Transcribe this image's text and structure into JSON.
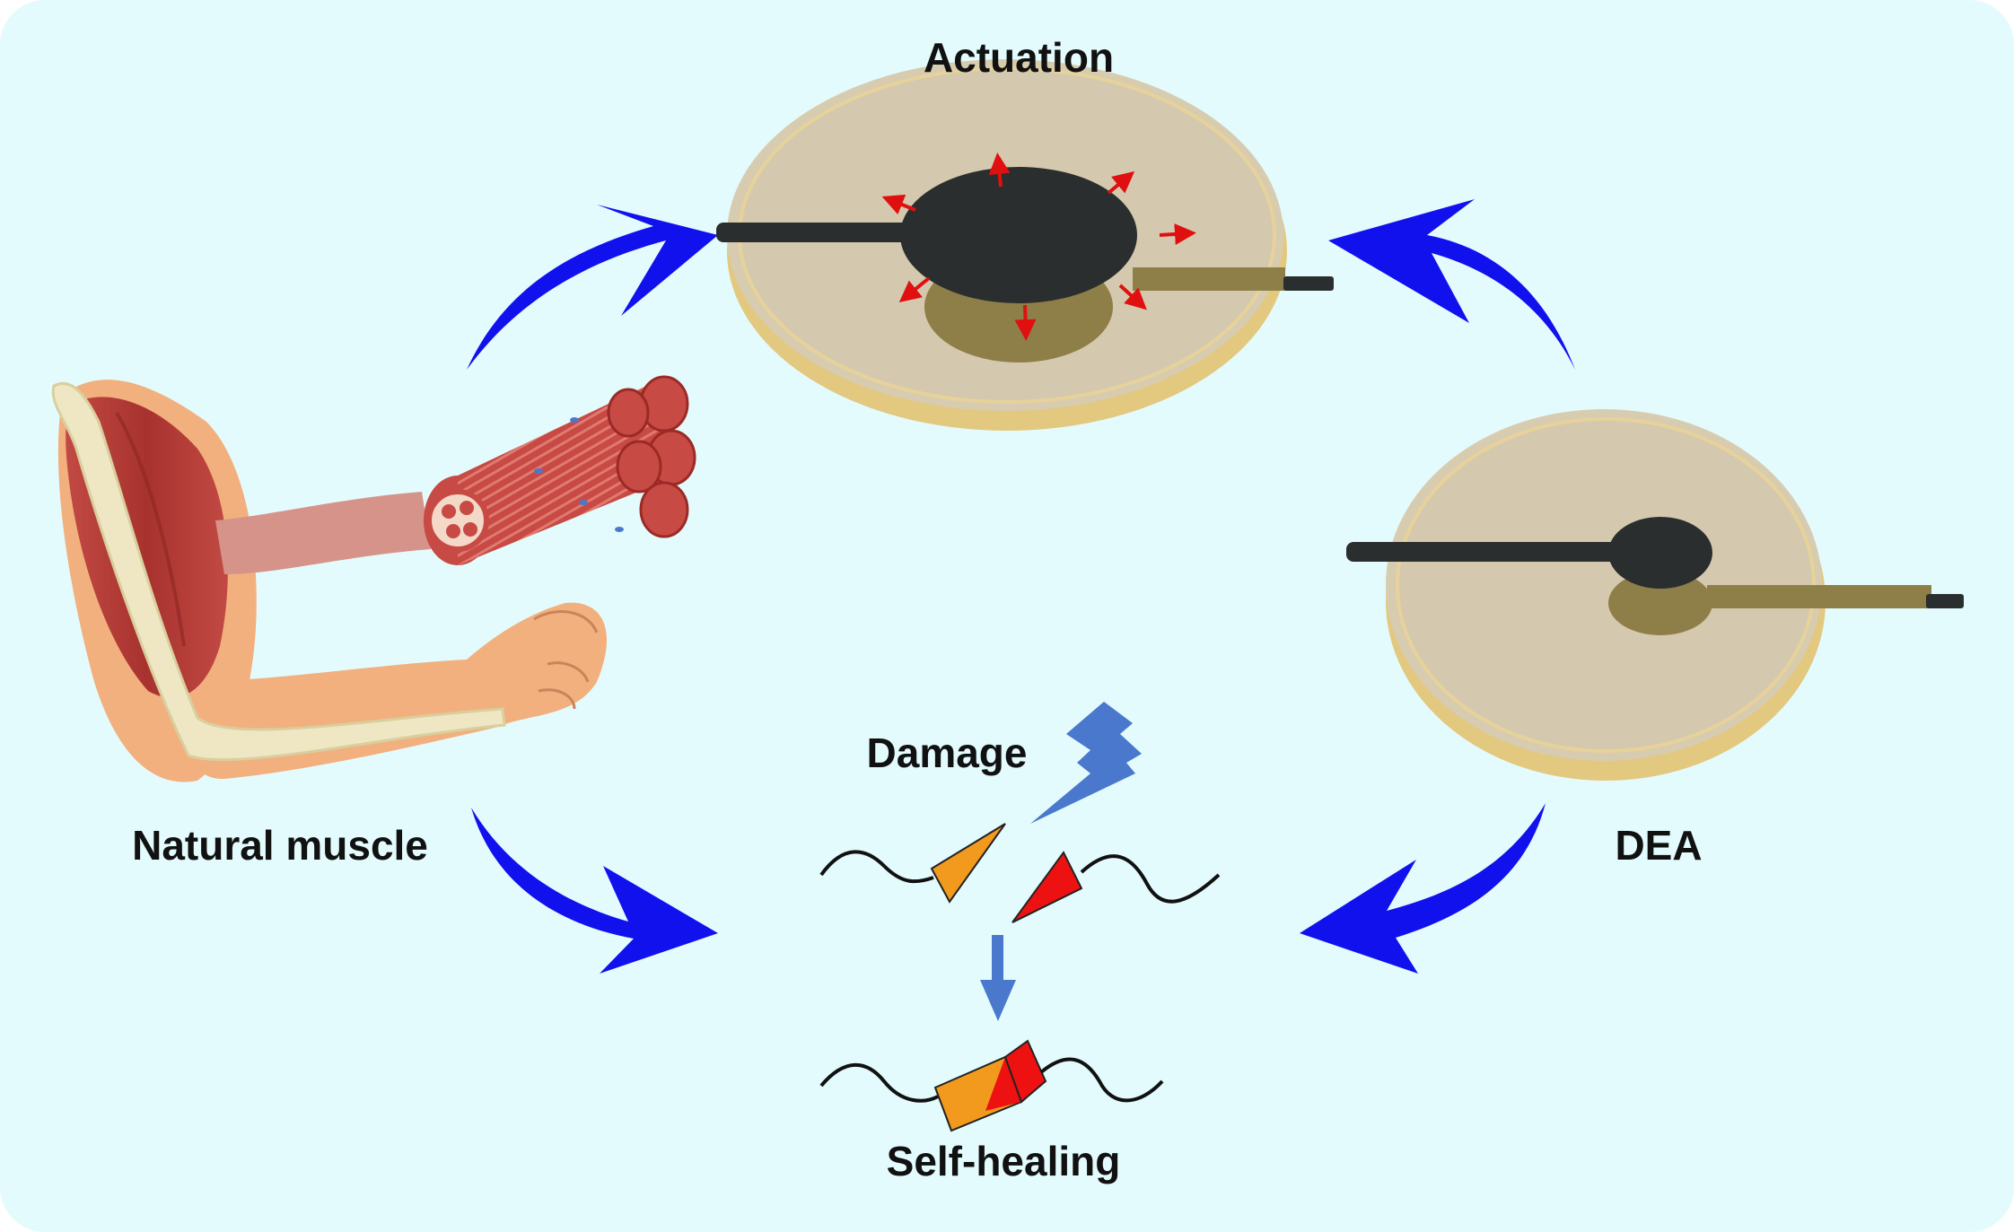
{
  "labels": {
    "actuation": "Actuation",
    "natural_muscle": "Natural muscle",
    "dea": "DEA",
    "damage": "Damage",
    "self_healing": "Self-healing"
  },
  "colors": {
    "background": "#e3fbfd",
    "cycle_arrow": "#1111ee",
    "small_arrow": "#4a78cc",
    "lightning": "#4a78cc",
    "expansion_arrow": "#e01010",
    "membrane": "#d8ccb0",
    "membrane_edge": "#e3c880",
    "electrode_top": "#2b2e2e",
    "electrode_bottom": "#8e7e48",
    "muscle": "#b8403c",
    "skin": "#f2b07e",
    "bone": "#efe6c4",
    "segment_orange": "#f29a1e",
    "segment_red": "#ee1111",
    "chain": "#111111"
  },
  "icons": {
    "arm": "flexed-arm-muscle-illustration",
    "fibers": "muscle-fiber-bundle-icon",
    "dea_actuated": "dea-disk-actuated-icon",
    "dea_rest": "dea-disk-rest-icon",
    "lightning": "lightning-bolt-icon"
  }
}
